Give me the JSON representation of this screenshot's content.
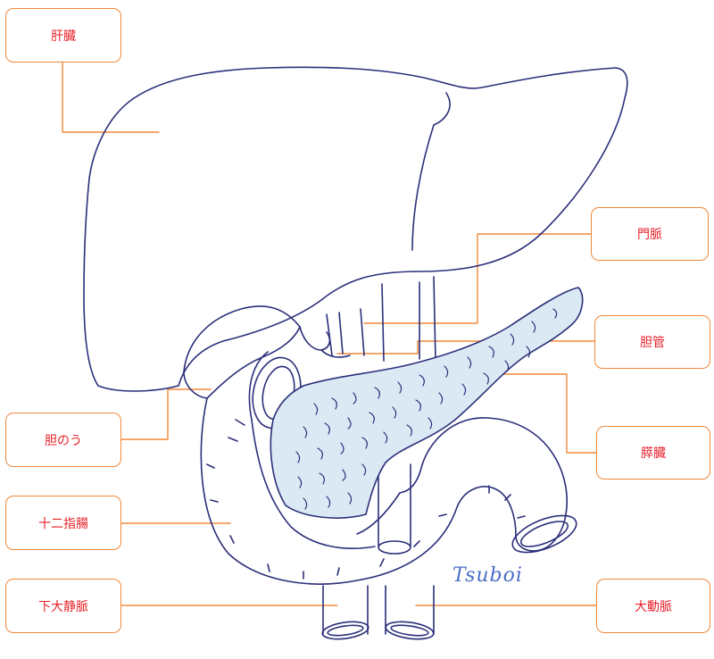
{
  "labels": {
    "liver": "肝臓",
    "portal_vein": "門脈",
    "bile_duct": "胆管",
    "gallbladder": "胆のう",
    "pancreas": "膵臓",
    "duodenum": "十二指腸",
    "ivc": "下大静脈",
    "aorta": "大動脈"
  },
  "signature": "Tsuboi",
  "colors": {
    "outline": "#2b2f7a",
    "leader": "#f0883a",
    "label_text": "#e8202a",
    "pancreas_fill": "#dbe9f5",
    "signature": "#4a6fc4"
  }
}
